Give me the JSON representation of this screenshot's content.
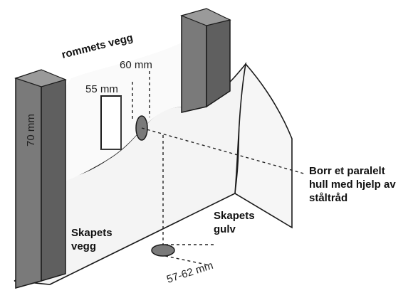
{
  "labels": {
    "room_wall": "rommets vegg",
    "dim_60": "60 mm",
    "dim_55": "55 mm",
    "dim_70": "70 mm",
    "drill_line1": "Borr et paralelt",
    "drill_line2": "hull med hjelp av",
    "drill_line3": "ståltråd",
    "cabinet_floor_line1": "Skapets",
    "cabinet_floor_line2": "gulv",
    "cabinet_wall_line1": "Skapets",
    "cabinet_wall_line2": "vegg",
    "dim_57_62": "57-62 mm"
  },
  "colors": {
    "panel_dark": "#6b6b6b",
    "panel_face": "#9a9a9a",
    "wall_fill": "#f4f4f4",
    "hole_fill": "#7a7a7a",
    "outline": "#1a1a1a"
  }
}
